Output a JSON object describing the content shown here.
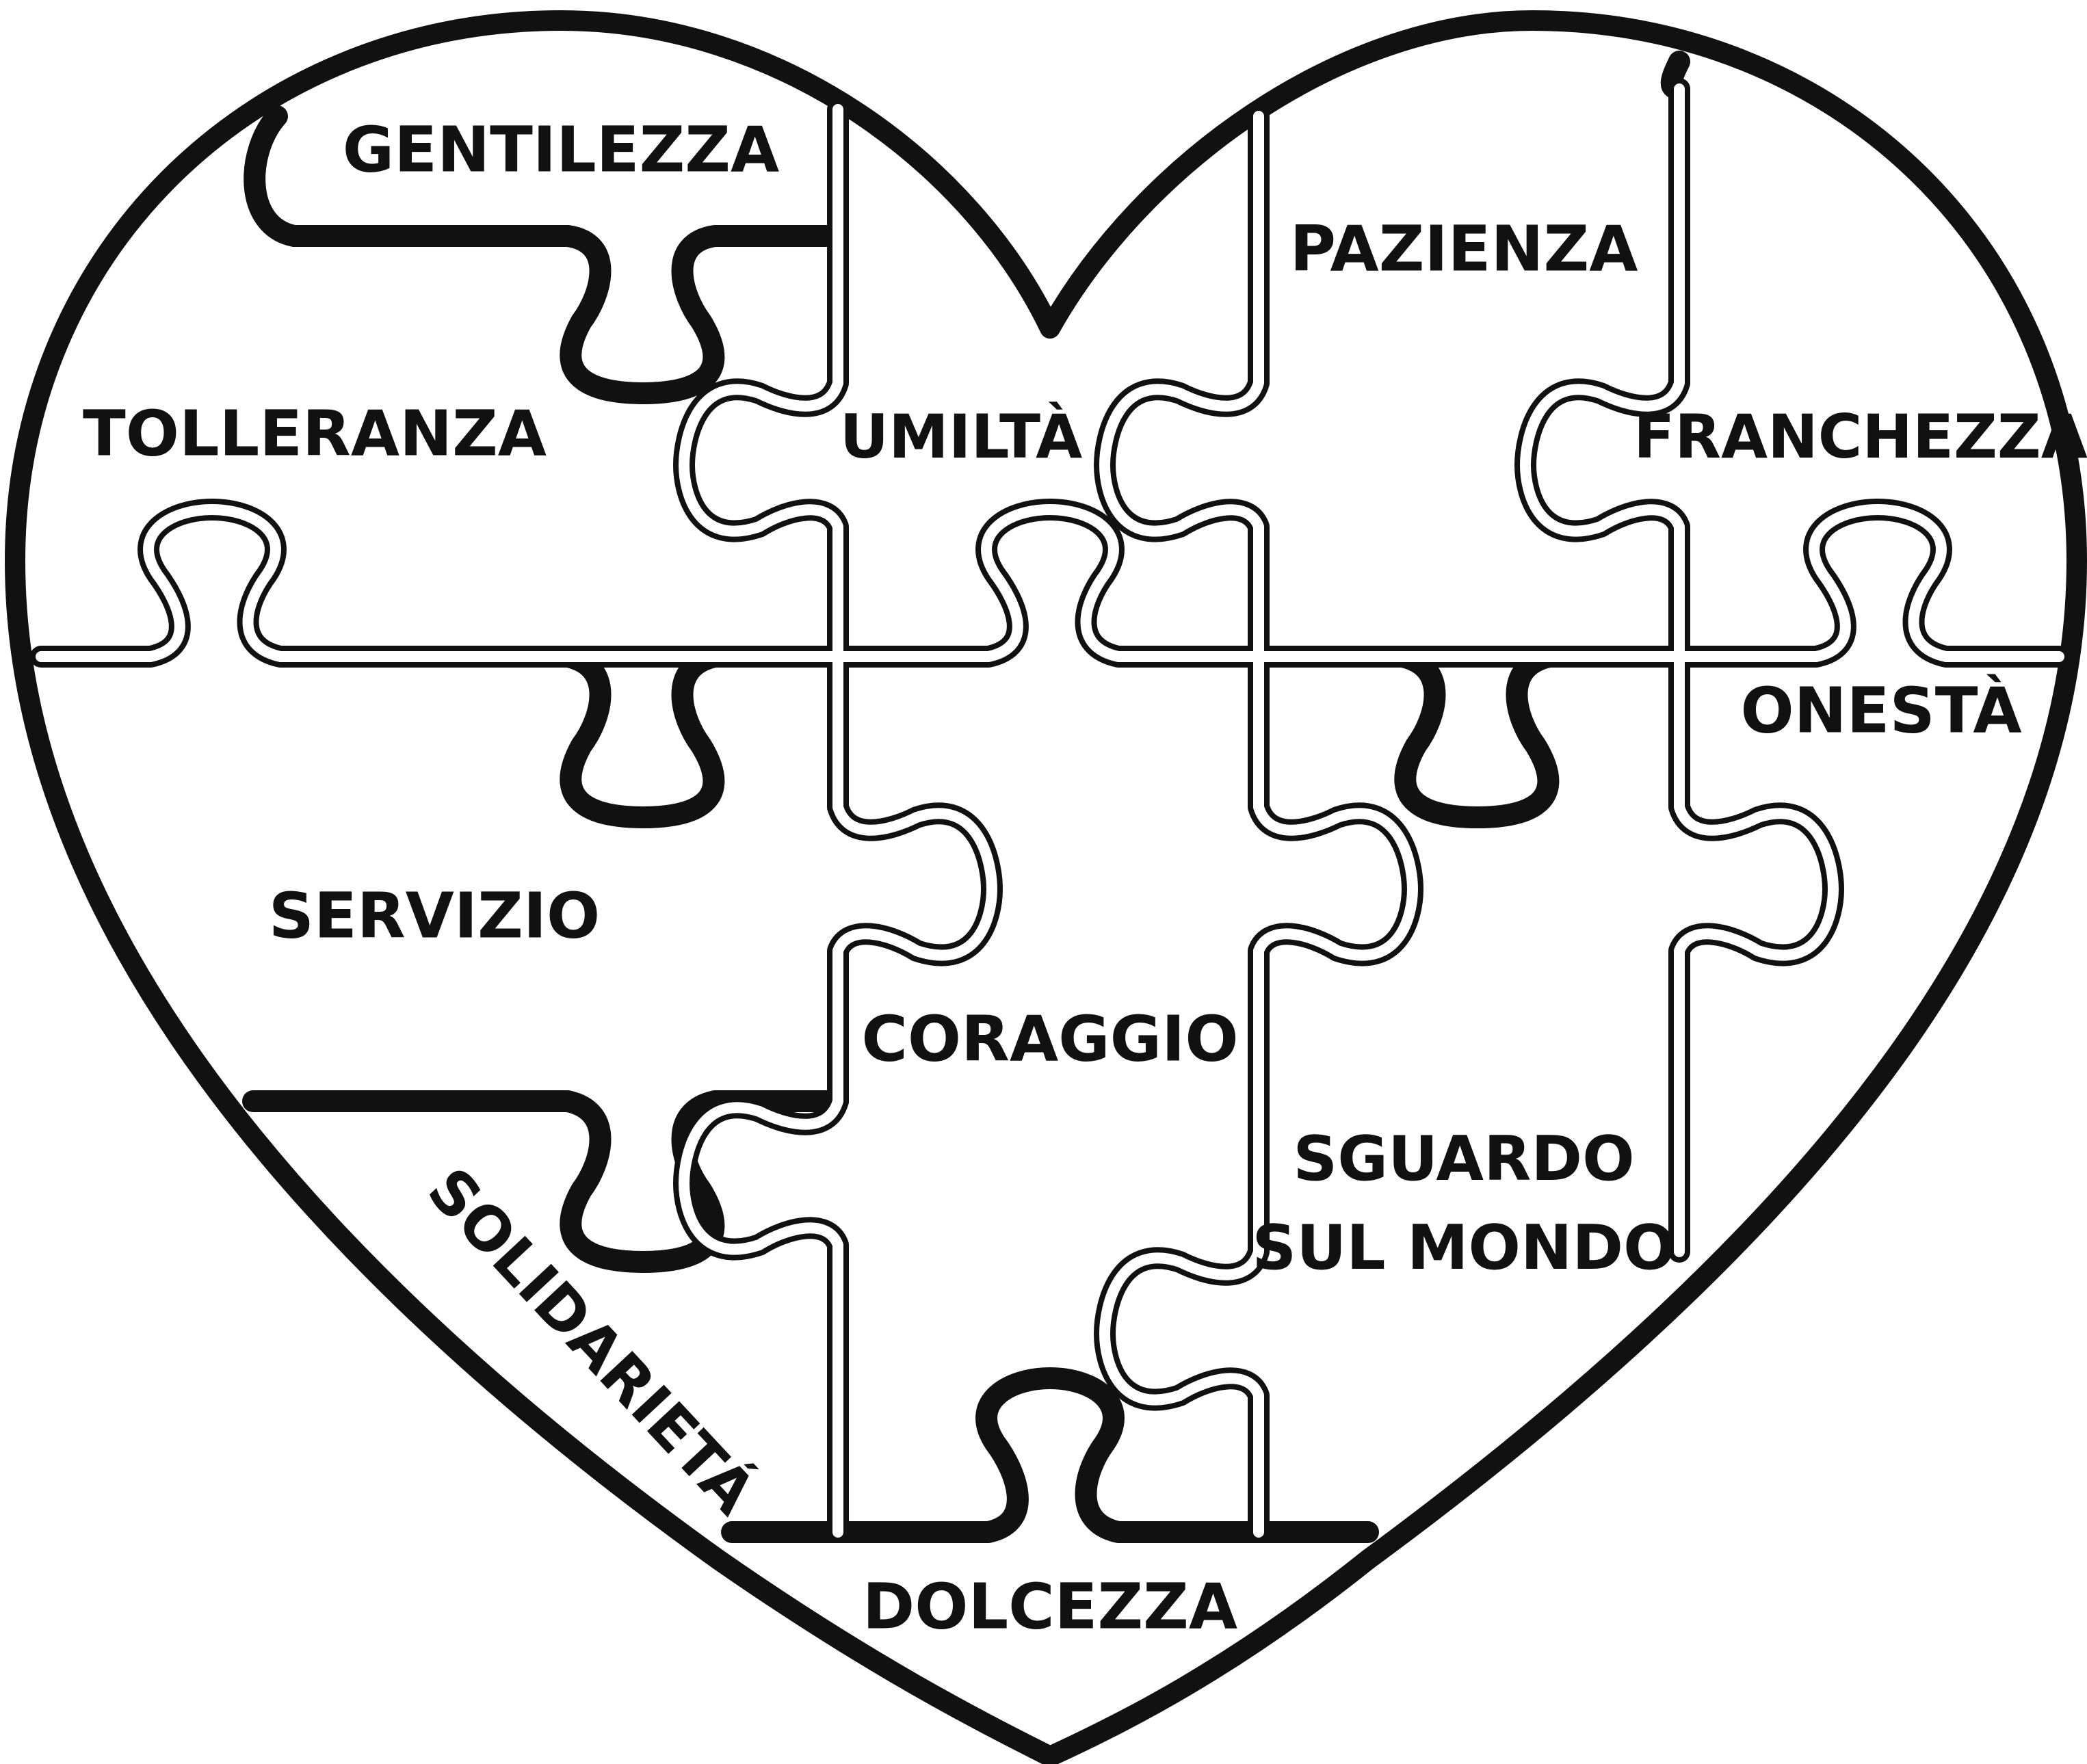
{
  "pieces": {
    "gentilezza": "GENTILEZZA",
    "pazienza": "PAZIENZA",
    "tolleranza": "TOLLERANZA",
    "umilta": "UMILTÀ",
    "franchezza": "FRANCHEZZA",
    "onesta": "ONESTÀ",
    "servizio": "SERVIZIO",
    "coraggio": "CORAGGIO",
    "sguardo_line1": "SGUARDO",
    "sguardo_line2": "SUL MONDO",
    "solidarieta": "SOLIDARIETÁ",
    "dolcezza": "DOLCEZZA"
  },
  "colors": {
    "ink": "#111111",
    "paper": "#ffffff"
  }
}
